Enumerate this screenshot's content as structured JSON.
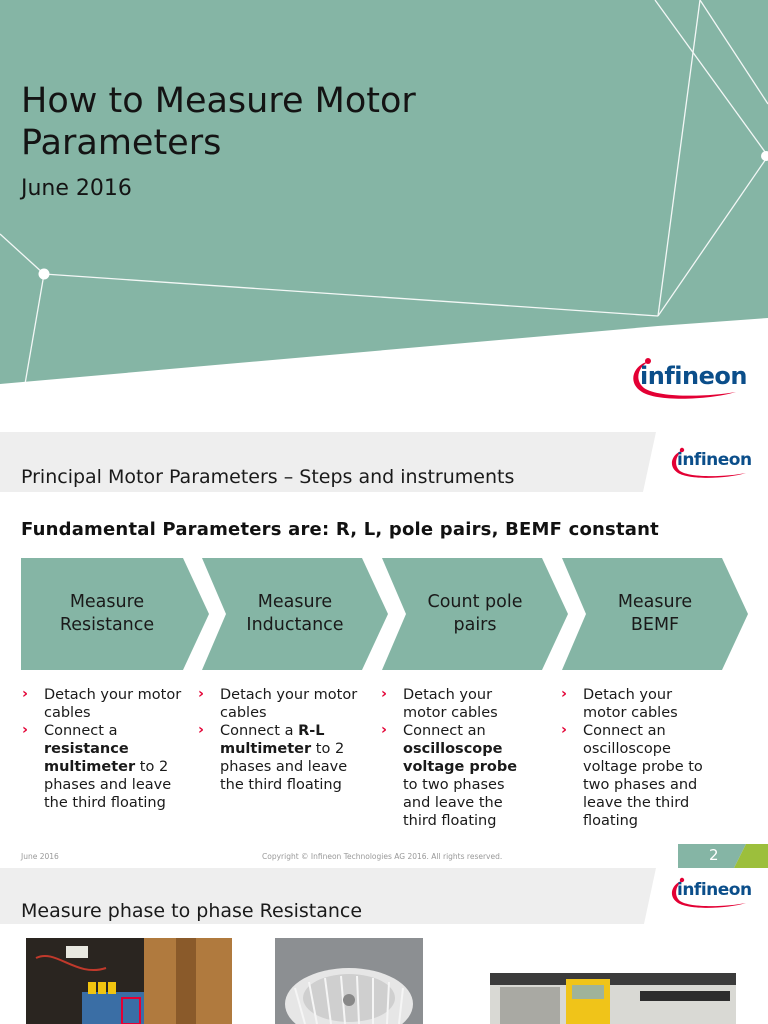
{
  "slide1": {
    "title": "How to Measure Motor Parameters",
    "date": "June 2016",
    "logo_text": "infineon"
  },
  "slide2": {
    "header_title": "Principal Motor Parameters – Steps and instruments",
    "logo_text": "infineon",
    "subtitle": "Fundamental Parameters are: R, L, pole pairs, BEMF constant",
    "steps": [
      {
        "label_line1": "Measure",
        "label_line2": "Resistance",
        "bullet1": "Detach your motor cables",
        "bullet2_pre": "Connect a ",
        "bullet2_bold": "resistance multimeter",
        "bullet2_post": " to 2 phases and leave the third floating"
      },
      {
        "label_line1": "Measure",
        "label_line2": "Inductance",
        "bullet1": "Detach your motor cables",
        "bullet2_pre": "Connect a ",
        "bullet2_bold": "R-L multimeter",
        "bullet2_post": " to 2 phases and leave the third floating"
      },
      {
        "label_line1": "Count pole",
        "label_line2": "pairs",
        "bullet1": "Detach your motor cables",
        "bullet2_pre": "Connect an ",
        "bullet2_bold": "oscilloscope voltage probe",
        "bullet2_post": " to two phases and leave the third floating"
      },
      {
        "label_line1": "Measure",
        "label_line2": "BEMF",
        "bullet1": "Detach your motor cables",
        "bullet2_pre": "Connect an oscilloscope voltage probe to two phases and leave the third floating",
        "bullet2_bold": "",
        "bullet2_post": ""
      }
    ],
    "footer_date": "June 2016",
    "footer_copyright": "Copyright © Infineon Technologies AG 2016. All rights reserved.",
    "page_number": "2"
  },
  "slide3": {
    "header_title": "Measure phase to phase Resistance",
    "logo_text": "infineon"
  },
  "colors": {
    "teal": "#85b5a5",
    "header_grey": "#eeeeee",
    "bullet_red": "#e30034",
    "logo_blue": "#0b4e8a",
    "accent_green": "#9cbf3c"
  }
}
